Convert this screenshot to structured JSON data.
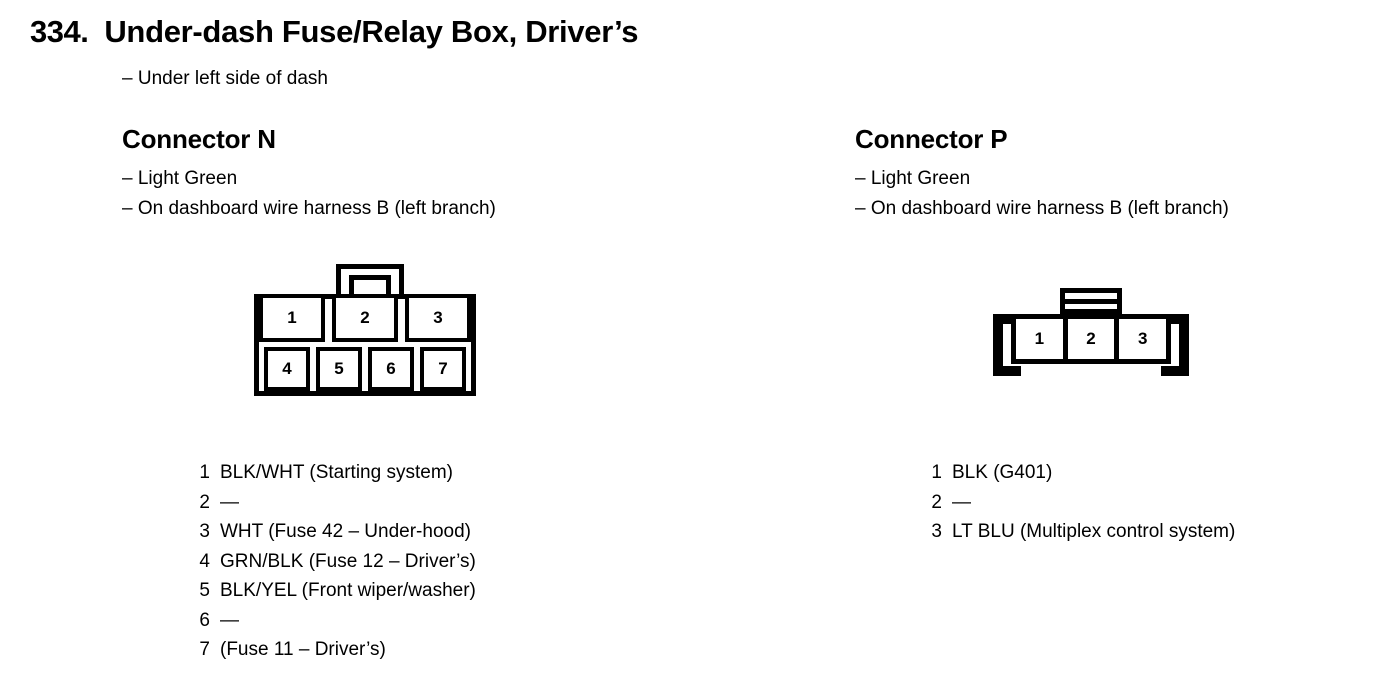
{
  "header": {
    "section_number": "334.",
    "title": "Under-dash Fuse/Relay Box, Driver’s",
    "note": "– Under left side of dash"
  },
  "connectors": [
    {
      "id": "N",
      "title": "Connector N",
      "notes": [
        "– Light Green",
        "– On dashboard wire harness B (left branch)"
      ],
      "diagram": {
        "type": "7-cavity-connector",
        "top_row_labels": [
          "1",
          "2",
          "3"
        ],
        "bottom_row_labels": [
          "4",
          "5",
          "6",
          "7"
        ]
      },
      "pins": [
        {
          "num": "1",
          "desc": "BLK/WHT (Starting system)"
        },
        {
          "num": "2",
          "desc": "—"
        },
        {
          "num": "3",
          "desc": "WHT (Fuse 42 – Under-hood)"
        },
        {
          "num": "4",
          "desc": "GRN/BLK (Fuse 12 – Driver’s)"
        },
        {
          "num": "5",
          "desc": "BLK/YEL (Front wiper/washer)"
        },
        {
          "num": "6",
          "desc": "—"
        },
        {
          "num": "7",
          "desc": "(Fuse 11 – Driver’s)"
        }
      ]
    },
    {
      "id": "P",
      "title": "Connector P",
      "notes": [
        "– Light Green",
        "– On dashboard wire harness B (left branch)"
      ],
      "diagram": {
        "type": "3-cavity-connector",
        "row_labels": [
          "1",
          "2",
          "3"
        ]
      },
      "pins": [
        {
          "num": "1",
          "desc": "BLK (G401)"
        },
        {
          "num": "2",
          "desc": "—"
        },
        {
          "num": "3",
          "desc": "LT BLU (Multiplex control system)"
        }
      ]
    }
  ],
  "colors": {
    "ink": "#000000",
    "paper": "#ffffff"
  }
}
